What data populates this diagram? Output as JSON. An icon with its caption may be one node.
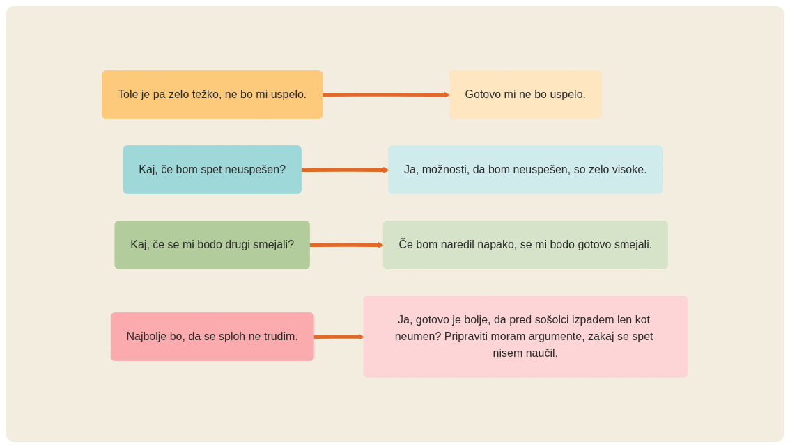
{
  "diagram": {
    "nodes": [
      {
        "text": [
          "Tole je pa zelo težko, ne bo mi uspelo."
        ]
      },
      {
        "text": [
          "Gotovo mi ne bo uspelo."
        ]
      },
      {
        "text": [
          "Kaj, če bom spet neuspešen?"
        ]
      },
      {
        "text": [
          "Ja, možnosti, da bom neuspešen, so zelo visoke."
        ]
      },
      {
        "text": [
          "Kaj, če se mi bodo drugi smejali?"
        ]
      },
      {
        "text": [
          "Če bom naredil napako, se mi bodo gotovo smejali."
        ]
      },
      {
        "text": [
          "Najbolje bo, da se sploh ne trudim."
        ]
      },
      {
        "text": [
          "Ja, gotovo je bolje, da pred sošolci izpadem len kot neumen? Pripraviti moram argumente, zakaj se spet nisem naučil."
        ]
      }
    ],
    "edges": [
      {
        "from": 0,
        "to": 1,
        "arrow": "to"
      },
      {
        "from": 2,
        "to": 3,
        "arrow": "to"
      },
      {
        "from": 4,
        "to": 5,
        "arrow": "to"
      },
      {
        "from": 6,
        "to": 7,
        "arrow": "to"
      }
    ]
  }
}
